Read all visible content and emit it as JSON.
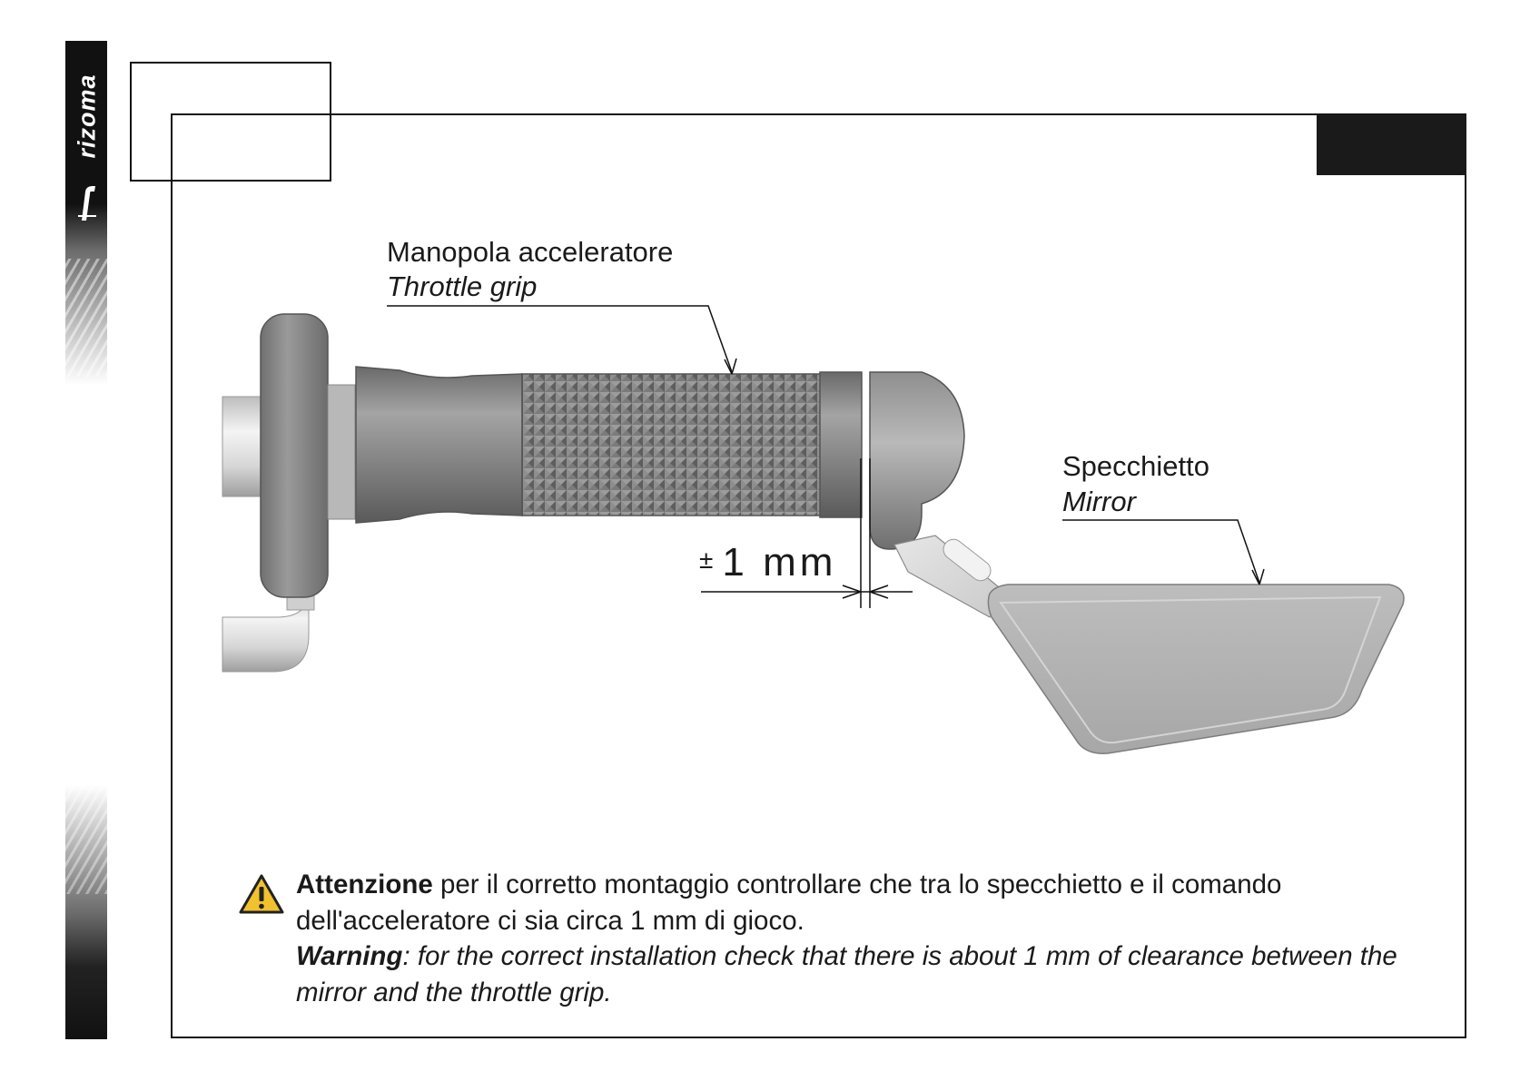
{
  "brand": {
    "name": "rizoma"
  },
  "callouts": {
    "throttle_it": "Manopola acceleratore",
    "throttle_en": "Throttle grip",
    "mirror_it": "Specchietto",
    "mirror_en": "Mirror"
  },
  "dimension": {
    "symbol": "±",
    "value": "1 mm"
  },
  "warning": {
    "it_bold": "Attenzione",
    "it_rest": " per il corretto montaggio controllare che tra lo specchietto e il comando dell'acceleratore ci sia circa 1 mm di gioco.",
    "en_bold": "Warning",
    "en_rest": ": for the correct installation check that there is about 1 mm of clearance between the mirror and the throttle grip."
  },
  "colors": {
    "frame": "#111111",
    "part_grey": "#8c8c8c",
    "part_dark": "#6e6e6e",
    "mirror_grey": "#b3b3b3",
    "warning_yellow": "#f2c12e"
  },
  "icons": {
    "warning": "warning-triangle-icon",
    "brand": "rizoma-logo-icon"
  }
}
